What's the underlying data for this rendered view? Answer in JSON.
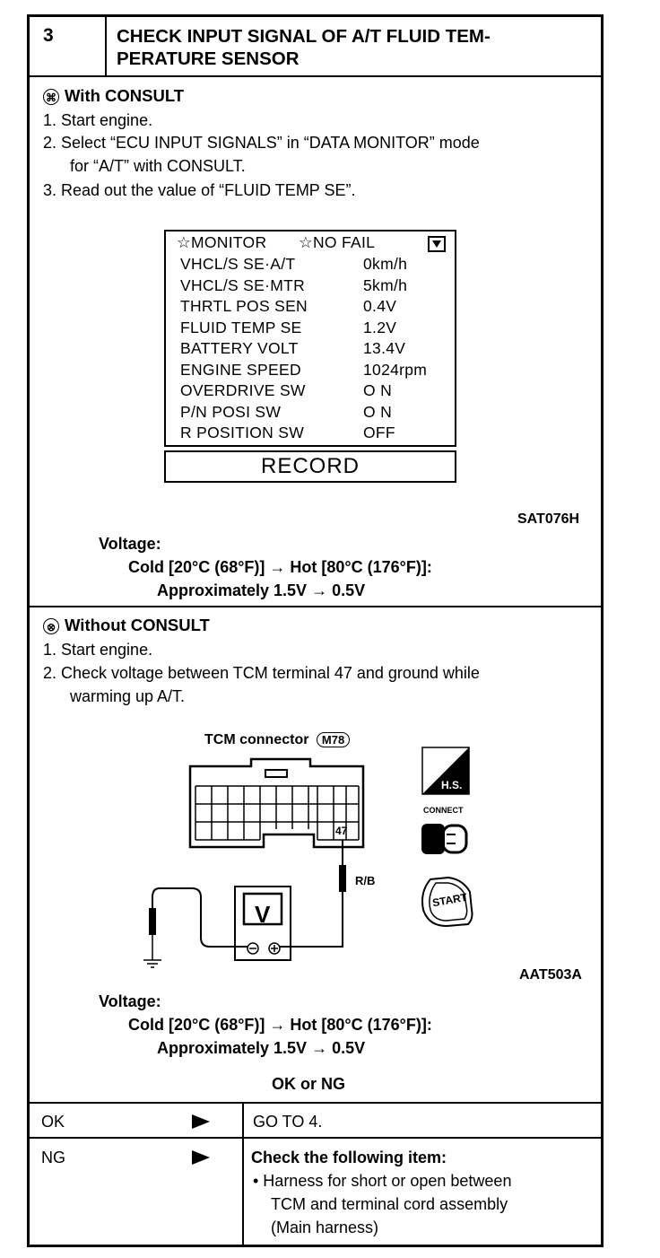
{
  "header": {
    "step_number": "3",
    "title_line1": "CHECK INPUT SIGNAL OF A/T FLUID TEM-",
    "title_line2": "PERATURE SENSOR"
  },
  "with_consult": {
    "heading": "With CONSULT",
    "steps": [
      "1.  Start engine.",
      "2.  Select “ECU INPUT SIGNALS” in “DATA MONITOR” mode",
      "for “A/T” with CONSULT.",
      "3.  Read out the value of “FLUID TEMP SE”."
    ],
    "monitor": {
      "header_left": "☆MONITOR",
      "header_right": "☆NO FAIL",
      "rows": [
        {
          "label": "VHCL/S SE·A/T",
          "value": "0km/h"
        },
        {
          "label": "VHCL/S SE·MTR",
          "value": "5km/h"
        },
        {
          "label": "THRTL POS SEN",
          "value": "0.4V"
        },
        {
          "label": "FLUID TEMP SE",
          "value": "1.2V"
        },
        {
          "label": "BATTERY VOLT",
          "value": "13.4V"
        },
        {
          "label": "ENGINE SPEED",
          "value": "1024rpm"
        },
        {
          "label": "OVERDRIVE SW",
          "value": "O N"
        },
        {
          "label": "P/N POSI SW",
          "value": "O N"
        },
        {
          "label": "R POSITION SW",
          "value": "OFF"
        }
      ],
      "record_label": "RECORD"
    },
    "figure_code": "SAT076H",
    "voltage_label": "Voltage:",
    "voltage_line1": "Cold [20°C (68°F)] → Hot [80°C (176°F)]:",
    "voltage_line2": "Approximately 1.5V → 0.5V"
  },
  "without_consult": {
    "heading": "Without CONSULT",
    "steps": [
      "1.  Start engine.",
      "2.  Check voltage between TCM terminal 47 and ground while",
      "warming up A/T."
    ],
    "diagram": {
      "connector_label": "TCM connector",
      "connector_code": "M78",
      "terminal": "47",
      "wire_color": "R/B",
      "meter_symbol": "V",
      "connect_label": "CONNECT",
      "start_label": "START",
      "hs_label": "H.S."
    },
    "figure_code": "AAT503A",
    "voltage_label": "Voltage:",
    "voltage_line1": "Cold [20°C (68°F)] → Hot [80°C (176°F)]:",
    "voltage_line2": "Approximately 1.5V → 0.5V",
    "result_question": "OK or NG"
  },
  "results": [
    {
      "result": "OK",
      "action": "GO TO 4."
    },
    {
      "result": "NG",
      "action_title": "Check the following item:",
      "action_lines": [
        "•  Harness for short or open between",
        "TCM and terminal cord assembly",
        "(Main harness)"
      ]
    }
  ]
}
